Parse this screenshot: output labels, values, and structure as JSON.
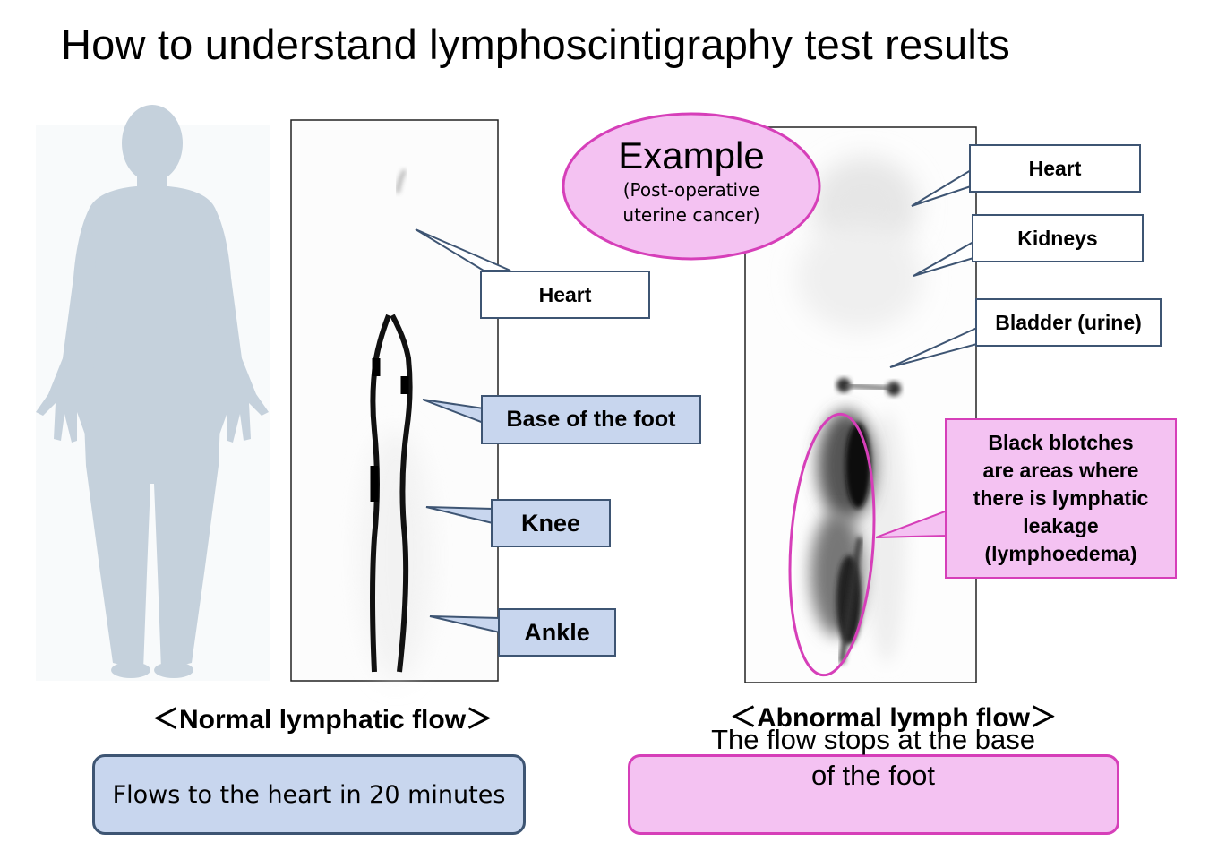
{
  "title": "How to understand lymphoscintigraphy test results",
  "normal": {
    "labels": {
      "heart": "Heart",
      "base_of_foot": "Base of the foot",
      "knee": "Knee",
      "ankle": "Ankle"
    },
    "caption": "＜Normal lymphatic flow＞",
    "summary": "Flows to the heart in 20 minutes"
  },
  "example": {
    "title": "Example",
    "subtitle_line1": "(Post-operative",
    "subtitle_line2": "uterine cancer)"
  },
  "abnormal": {
    "labels": {
      "heart": "Heart",
      "kidneys": "Kidneys",
      "bladder": "Bladder (urine)",
      "leakage_line1": "Black blotches",
      "leakage_line2": "are areas where",
      "leakage_line3": "there is lymphatic",
      "leakage_line4": "leakage",
      "leakage_line5": "(lymphoedema)"
    },
    "caption": "＜Abnormal lymph flow＞",
    "summary_line1": "The flow stops at the base",
    "summary_line2": "of the foot"
  },
  "colors": {
    "blue_fill": "#c8d6ee",
    "blue_border": "#3e5573",
    "pink_fill": "#f4c2f2",
    "pink_border": "#d63fb9",
    "silhouette": "#c5d1dc"
  }
}
